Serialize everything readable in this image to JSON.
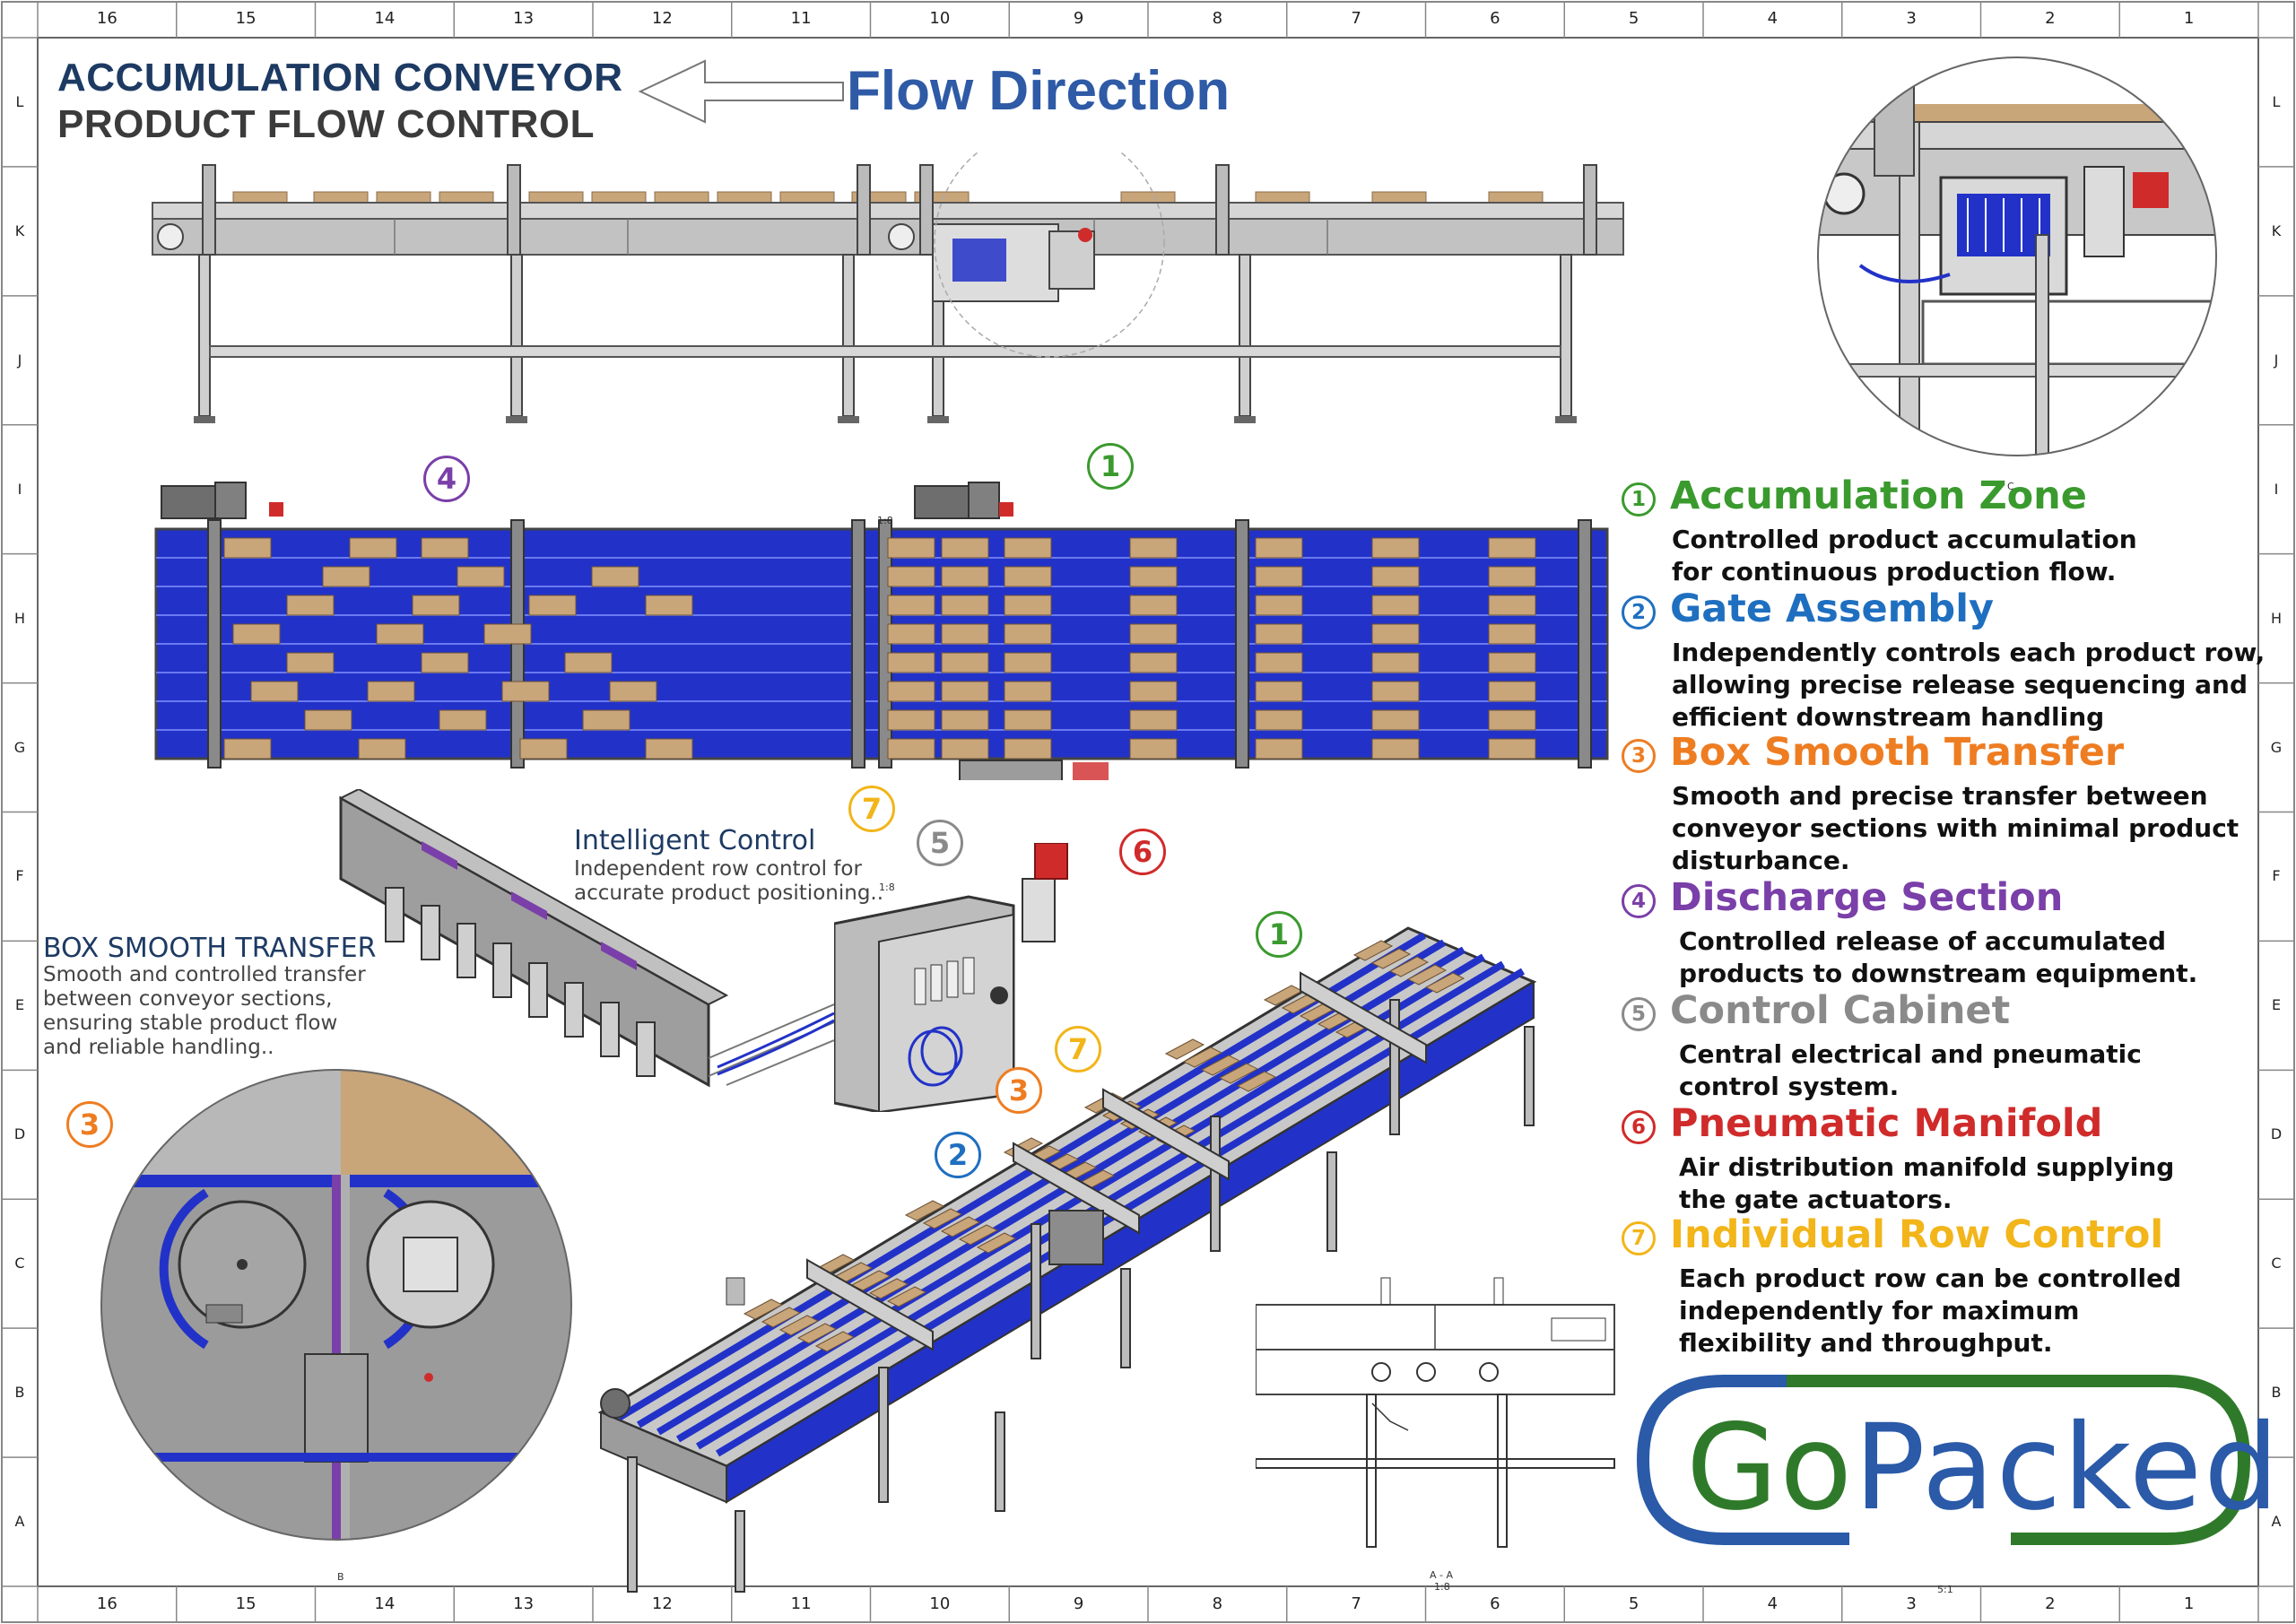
{
  "title": {
    "line1": "ACCUMULATION CONVEYOR",
    "line2": "PRODUCT FLOW CONTROL",
    "flow_direction": "Flow Direction"
  },
  "ruler": {
    "numbers": [
      "16",
      "15",
      "14",
      "13",
      "12",
      "11",
      "10",
      "9",
      "8",
      "7",
      "6",
      "5",
      "4",
      "3",
      "2",
      "1"
    ],
    "letters": [
      "L",
      "K",
      "J",
      "I",
      "H",
      "G",
      "F",
      "E",
      "D",
      "C",
      "B",
      "A"
    ]
  },
  "legend": [
    {
      "num": "1",
      "title": "Accumulation Zone",
      "desc": "Controlled product accumulation\nfor continuous production flow.",
      "color": "#3a9a2e"
    },
    {
      "num": "2",
      "title": "Gate Assembly",
      "desc": "Independently controls each product row,\nallowing precise release sequencing and\nefficient downstream handling",
      "color": "#1f6fc0"
    },
    {
      "num": "3",
      "title": "Box Smooth Transfer",
      "desc": "Smooth and precise transfer between\nconveyor sections with minimal product\ndisturbance.",
      "color": "#ee7d22"
    },
    {
      "num": "4",
      "title": "Discharge Section",
      "desc": "Controlled release of accumulated\nproducts to downstream equipment.",
      "color": "#7a3fa8"
    },
    {
      "num": "5",
      "title": "Control Cabinet",
      "desc": "Central electrical and pneumatic\ncontrol system.",
      "color": "#8a8a8a"
    },
    {
      "num": "6",
      "title": "Pneumatic Manifold",
      "desc": "Air distribution manifold supplying\nthe gate actuators.",
      "color": "#d02b2b"
    },
    {
      "num": "7",
      "title": "Individual Row Control",
      "desc": "Each product row can be controlled\nindependently for maximum\nflexibility and throughput.",
      "color": "#f2b51a"
    }
  ],
  "callouts": {
    "intelligent": {
      "title": "Intelligent Control",
      "desc": "Independent row control for\naccurate product positioning.."
    },
    "box_transfer": {
      "title": "BOX SMOOTH TRANSFER",
      "desc": "Smooth and controlled transfer\nbetween conveyor sections,\nensuring stable product flow\nand reliable handling.."
    }
  },
  "small_labels": {
    "scale_a": "1:8",
    "section": "A - A",
    "scale_b": "1:8",
    "detail_b": "B",
    "detail_c": "C",
    "scale_c": "5:1",
    "scale_d": "1:8"
  },
  "logo": {
    "text": "GoPacked",
    "go": "Go",
    "packed": "Packed"
  },
  "colors": {
    "navy": "#1d3a63",
    "belt_blue": "#2232c8",
    "frame_gray": "#9a9a9a",
    "box_tan": "#c9a57a",
    "logo_green": "#2f7a2a",
    "logo_blue": "#2a5aa8"
  }
}
